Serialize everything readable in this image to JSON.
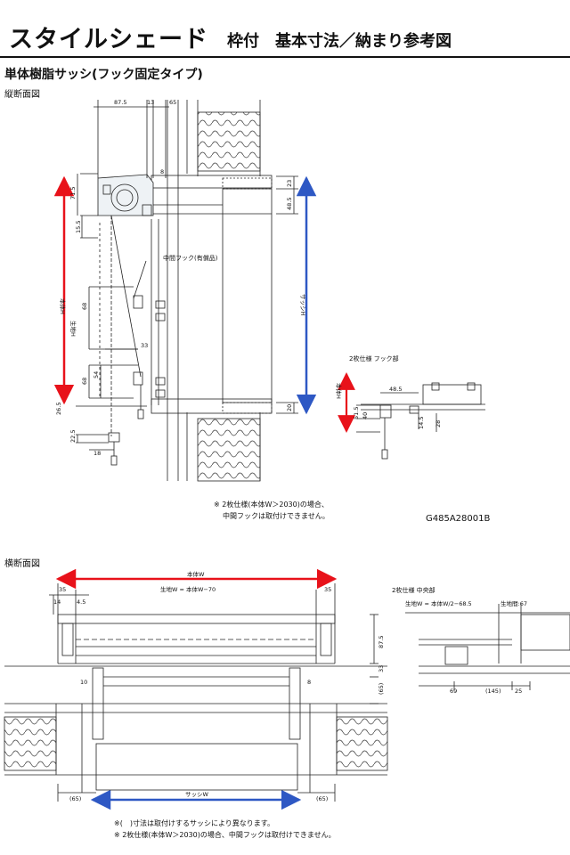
{
  "header": {
    "title": "スタイルシェード",
    "subtitle": "枠付　基本寸法／納まり参考図"
  },
  "section_title": "単体樹脂サッシ(フック固定タイプ)",
  "vertical_section": {
    "label": "縦断面図",
    "dims": {
      "d_87_5": "87.5",
      "d_13": "13",
      "d_65": "65",
      "d_8": "8",
      "d_71_5": "71.5",
      "d_15_5": "15.5",
      "d_23": "23",
      "d_48_5": "48.5",
      "d_68a": "68",
      "d_68b": "68",
      "d_54": "54",
      "d_33": "33",
      "d_26_5": "26.5",
      "d_20": "20",
      "d_22_5": "22.5",
      "d_18": "18"
    },
    "labels": {
      "body_h": "本体H",
      "fabric_h": "生地H",
      "sash_h": "サッシH",
      "mid_hook": "中間フック(有償品)"
    },
    "detail": {
      "label": "2枚仕様 フック部",
      "body_h": "本体H",
      "d_48_5": "48.5",
      "d_51_5": "51.5",
      "d_40": "40",
      "d_14_5": "14.5",
      "d_28": "28"
    },
    "note": [
      "※ 2枚仕様(本体W＞2030)の場合、",
      "中間フックは取付けできません。"
    ],
    "code": "G485A28001B"
  },
  "horizontal_section": {
    "label": "横断面図",
    "dims": {
      "body_w": "本体W",
      "fabric_w": "生地W = 本体W−70",
      "d_35a": "35",
      "d_35b": "35",
      "d_14": "14",
      "d_4_5": "4.5",
      "d_87_5": "87.5",
      "d_10": "10",
      "d_8": "8",
      "d_33": "33",
      "d_65_right": "(65)",
      "d_65_left": "(65)",
      "d_65_r2": "(65)",
      "sash_w": "サッシW"
    },
    "detail": {
      "label": "2枚仕様 中央部",
      "fabric_w": "生地W = 本体W/2−68.5",
      "gap": "生地間:67",
      "d_69": "69",
      "d_145": "(145)",
      "d_25": "25"
    },
    "notes": [
      "※(　)寸法は取付けするサッシにより異なります。",
      "※ 2枚仕様(本体W＞2030)の場合、中間フックは取付けできません。"
    ]
  },
  "colors": {
    "red_arrow": "#e8121a",
    "blue_arrow": "#2e58c4",
    "line": "#222222"
  }
}
